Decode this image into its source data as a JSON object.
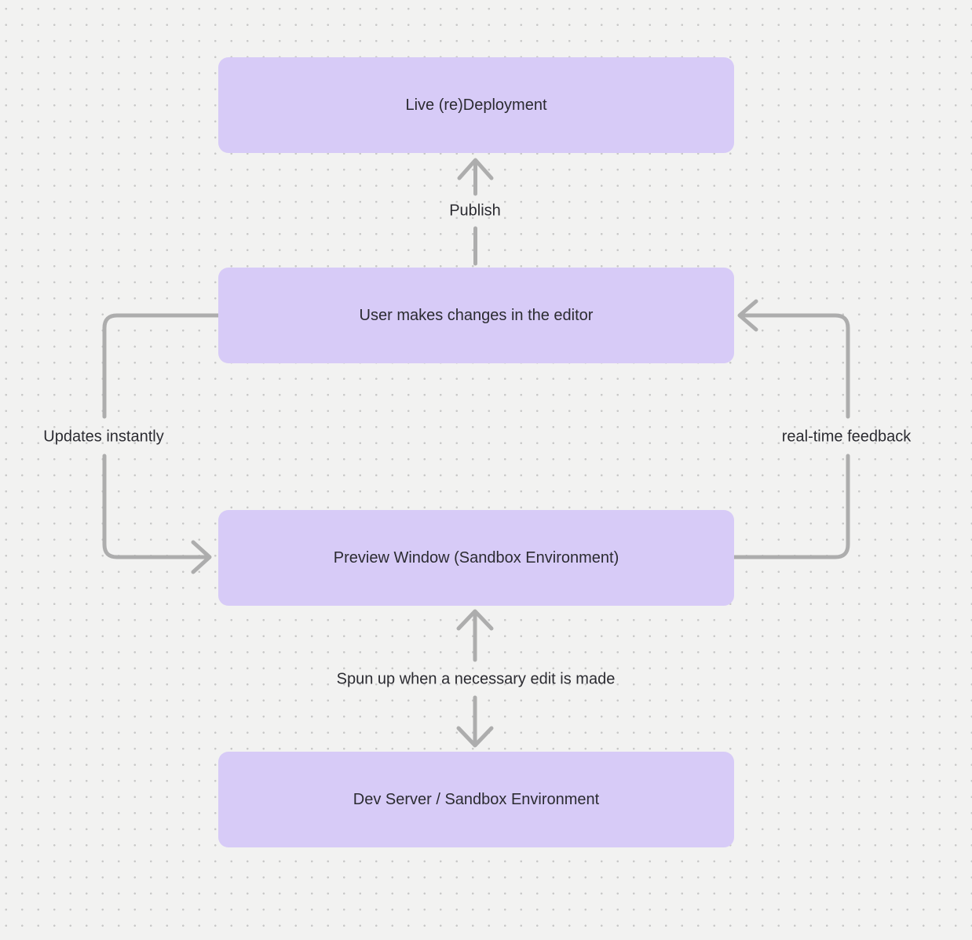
{
  "nodes": [
    {
      "id": "live-redeployment",
      "label": "Live (re)Deployment"
    },
    {
      "id": "user-editor",
      "label": "User makes changes in the editor"
    },
    {
      "id": "preview-window",
      "label": "Preview Window (Sandbox Environment)"
    },
    {
      "id": "dev-server",
      "label": "Dev Server / Sandbox Environment"
    }
  ],
  "edges": [
    {
      "id": "publish",
      "label": "Publish",
      "from": "user-editor",
      "to": "live-redeployment",
      "direction": "up"
    },
    {
      "id": "updates-instantly",
      "label": "Updates instantly",
      "from": "user-editor",
      "to": "preview-window",
      "side": "left"
    },
    {
      "id": "real-time-feedback",
      "label": "real-time feedback",
      "from": "preview-window",
      "to": "user-editor",
      "side": "right"
    },
    {
      "id": "spun-up",
      "label": "Spun up when a necessary edit is made",
      "from": "preview-window",
      "to": "dev-server",
      "direction": "both"
    }
  ],
  "colors": {
    "background": "#f2f2f1",
    "dot": "#c8c8c8",
    "node_fill": "#d7cbf7",
    "arrow": "#adadad",
    "text": "#2b2b31"
  }
}
